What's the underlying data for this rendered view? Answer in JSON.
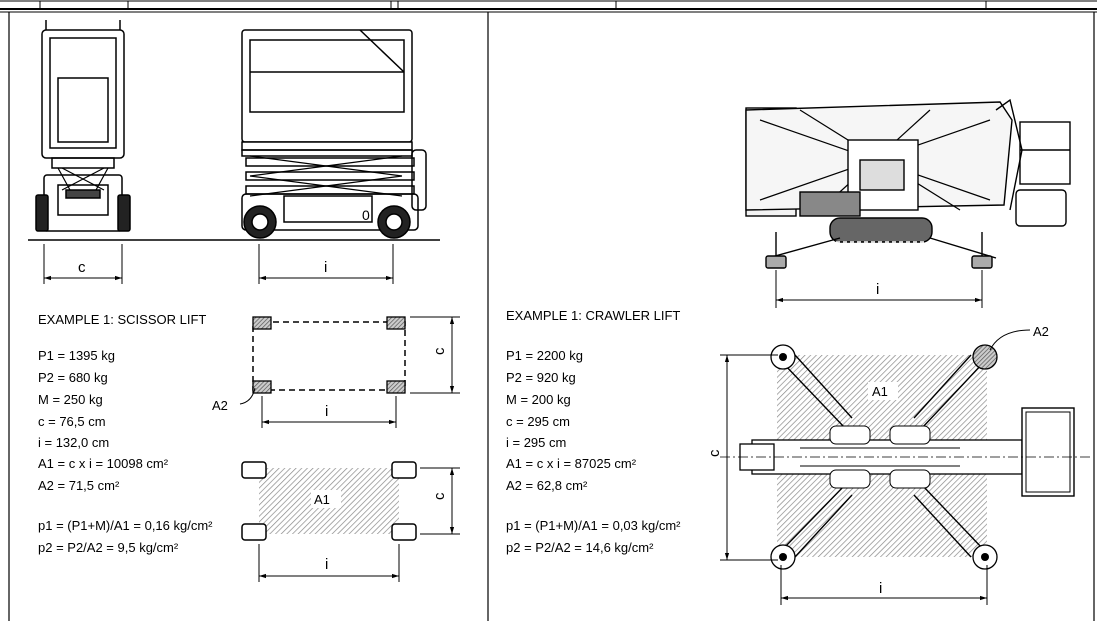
{
  "scissor": {
    "title": "EXAMPLE 1: SCISSOR LIFT",
    "specs": [
      "P1 = 1395 kg",
      "P2 = 680 kg",
      "M = 250 kg",
      "c = 76,5 cm",
      "i = 132,0 cm",
      "A1 = c x i = 10098 cm²",
      "A2 = 71,5 cm²"
    ],
    "pressures": [
      "p1 = (P1+M)/A1 = 0,16 kg/cm²",
      "p2 = P2/A2 = 9,5 kg/cm²"
    ]
  },
  "crawler": {
    "title": "EXAMPLE 1: CRAWLER LIFT",
    "specs": [
      "P1 = 2200 kg",
      "P2 = 920 kg",
      "M = 200 kg",
      "c = 295 cm",
      "i = 295 cm",
      "A1 = c x i = 87025 cm²",
      "A2 = 62,8 cm²"
    ],
    "pressures": [
      "p1 = (P1+M)/A1 = 0,03 kg/cm²",
      "p2 = P2/A2 = 14,6 kg/cm²"
    ]
  },
  "labels": {
    "c": "c",
    "i": "i",
    "A1": "A1",
    "A2": "A2"
  }
}
